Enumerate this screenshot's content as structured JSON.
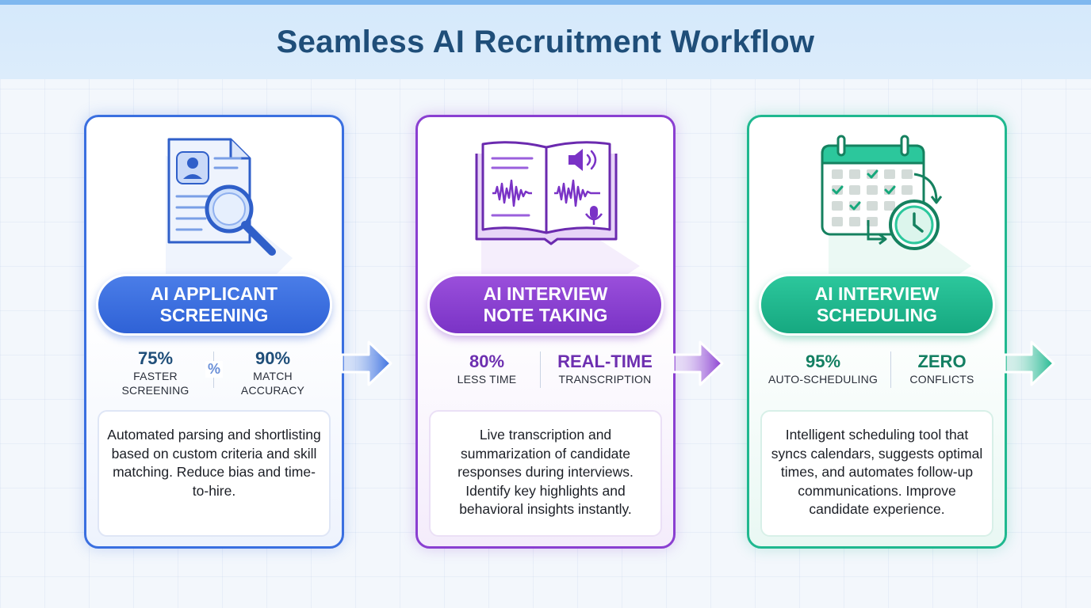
{
  "title": "Seamless AI Recruitment Workflow",
  "cards": [
    {
      "icon": "resume-magnifier-icon",
      "title_line1": "AI APPLICANT",
      "title_line2": "SCREENING",
      "stat_left_value": "75%",
      "stat_left_label1": "FASTER",
      "stat_left_label2": "SCREENING",
      "separator": "%",
      "stat_right_value": "90%",
      "stat_right_label1": "MATCH",
      "stat_right_label2": "ACCURACY",
      "description": "Automated parsing and shortlisting based on custom criteria and skill matching. Reduce bias and time-to-hire.",
      "accent": "#3a6fe0"
    },
    {
      "icon": "book-audio-transcript-icon",
      "title_line1": "AI INTERVIEW",
      "title_line2": "NOTE TAKING",
      "stat_left_value": "80%",
      "stat_left_label1": "LESS TIME",
      "stat_right_value": "REAL-TIME",
      "stat_right_label1": "TRANSCRIPTION",
      "description": "Live transcription and summarization of candidate responses during interviews. Identify key highlights and behavioral insights instantly.",
      "accent": "#8a3fd1"
    },
    {
      "icon": "calendar-clock-icon",
      "title_line1": "AI INTERVIEW",
      "title_line2": "SCHEDULING",
      "stat_left_value": "95%",
      "stat_left_label1": "AUTO-SCHEDULING",
      "stat_right_value": "ZERO",
      "stat_right_label1": "CONFLICTS",
      "description": "Intelligent scheduling tool that syncs calendars, suggests optimal times, and automates follow-up communications. Improve candidate experience.",
      "accent": "#1fb88f"
    }
  ],
  "arrows": [
    "arrow-right-icon",
    "arrow-right-icon",
    "arrow-right-icon"
  ]
}
